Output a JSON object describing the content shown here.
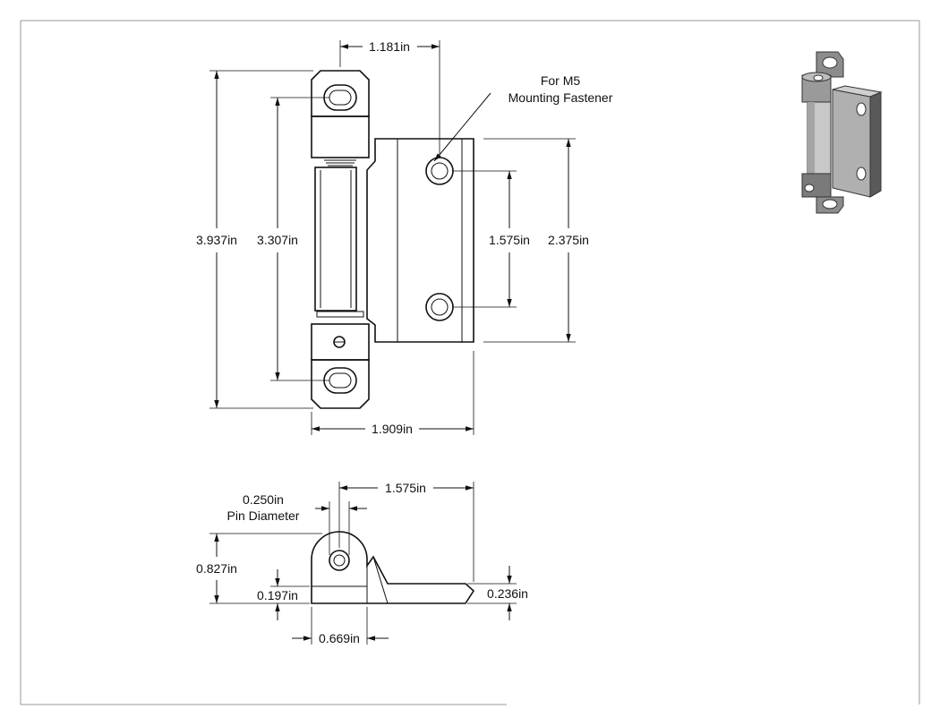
{
  "dimensions": {
    "overall_width_top": "1.181in",
    "overall_height": "3.937in",
    "hole_spacing_long": "3.307in",
    "hole_spacing_leaf": "1.575in",
    "leaf_height": "2.375in",
    "overall_depth": "1.909in",
    "side_leaf_span": "1.575in",
    "pin_diameter_value": "0.250in",
    "pin_diameter_label": "Pin Diameter",
    "knuckle_height": "0.827in",
    "base_thickness": "0.197in",
    "leaf_thickness": "0.236in",
    "knuckle_width": "0.669in"
  },
  "callout": {
    "line1": "For M5",
    "line2": "Mounting Fastener"
  },
  "colors": {
    "line": "#111111",
    "frame": "#999999",
    "iso_body": "#9a9a9a",
    "iso_dark": "#5a5a5a",
    "iso_light": "#c8c8c8"
  }
}
